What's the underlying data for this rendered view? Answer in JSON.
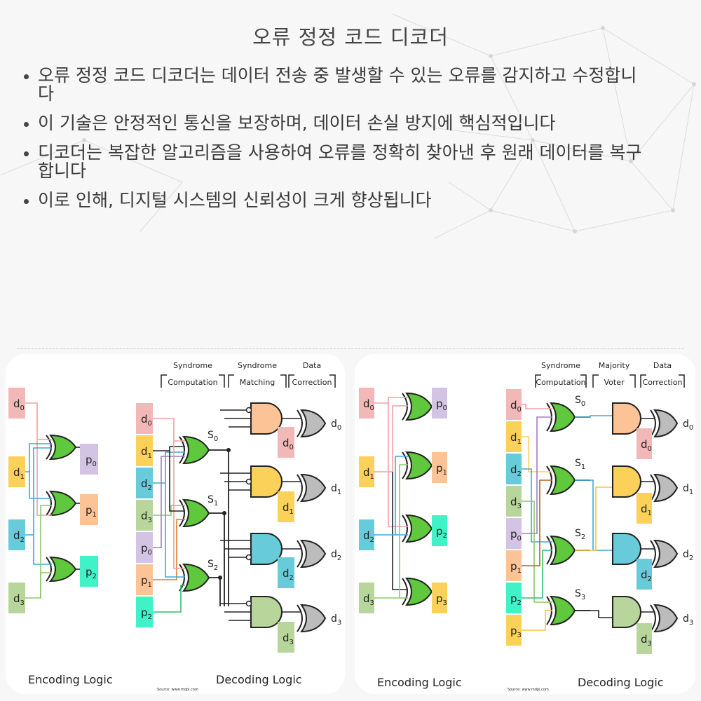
{
  "title": "오류 정정 코드 디코더",
  "bullets": [
    "오류 정정 코드 디코더는 데이터 전송 중 발생할 수 있는 오류를 감지하고 수정합니다",
    "이 기술은 안정적인 통신을 보장하며, 데이터 손실 방지에 핵심적입니다",
    "디코더는 복잡한 알고리즘을 사용하여 오류를 정확히 찾아낸 후 원래 데이터를 복구합니다",
    "이로 인해, 디지털 시스템의 신뢰성이 크게 향상됩니다"
  ],
  "colors": {
    "d0": "#f2b8b8",
    "d1": "#fbd15a",
    "d2": "#67cbd9",
    "d3": "#b8d69c",
    "p0": "#d3c4e4",
    "p1": "#fcc396",
    "p2": "#3ff2c8",
    "p3": "#fbd15a",
    "xor_gate": "#5fc83c",
    "and_gate_1": "#fcc396",
    "and_gate_2": "#fbd15a",
    "and_gate_3": "#67cbd9",
    "and_gate_4": "#b8d69c",
    "correction_gate": "#bcbcbc"
  },
  "left_diagram": {
    "encoding_label": "Encoding Logic",
    "decoding_label": "Decoding Logic",
    "stage_labels": [
      [
        "Syndrome",
        "Computation"
      ],
      [
        "Syndrome",
        "Matching"
      ],
      [
        "Data",
        "Correction"
      ]
    ],
    "syndromes": [
      "S0",
      "S1",
      "S2"
    ],
    "source": "Source: www.mdpi.com"
  },
  "right_diagram": {
    "encoding_label": "Encoding Logic",
    "decoding_label": "Decoding Logic",
    "stage_labels": [
      [
        "Syndrome",
        "Computation"
      ],
      [
        "Majority",
        "Voter"
      ],
      [
        "Data",
        "Correction"
      ]
    ],
    "syndromes": [
      "S0",
      "S1",
      "S2",
      "S3"
    ],
    "source": "Source: www.mdpi.com"
  },
  "signals": {
    "d": [
      "d",
      "d",
      "d",
      "d"
    ],
    "d_sub": [
      "0",
      "1",
      "2",
      "3"
    ],
    "p": [
      "p",
      "p",
      "p",
      "p"
    ],
    "p_sub": [
      "0",
      "1",
      "2",
      "3"
    ]
  }
}
